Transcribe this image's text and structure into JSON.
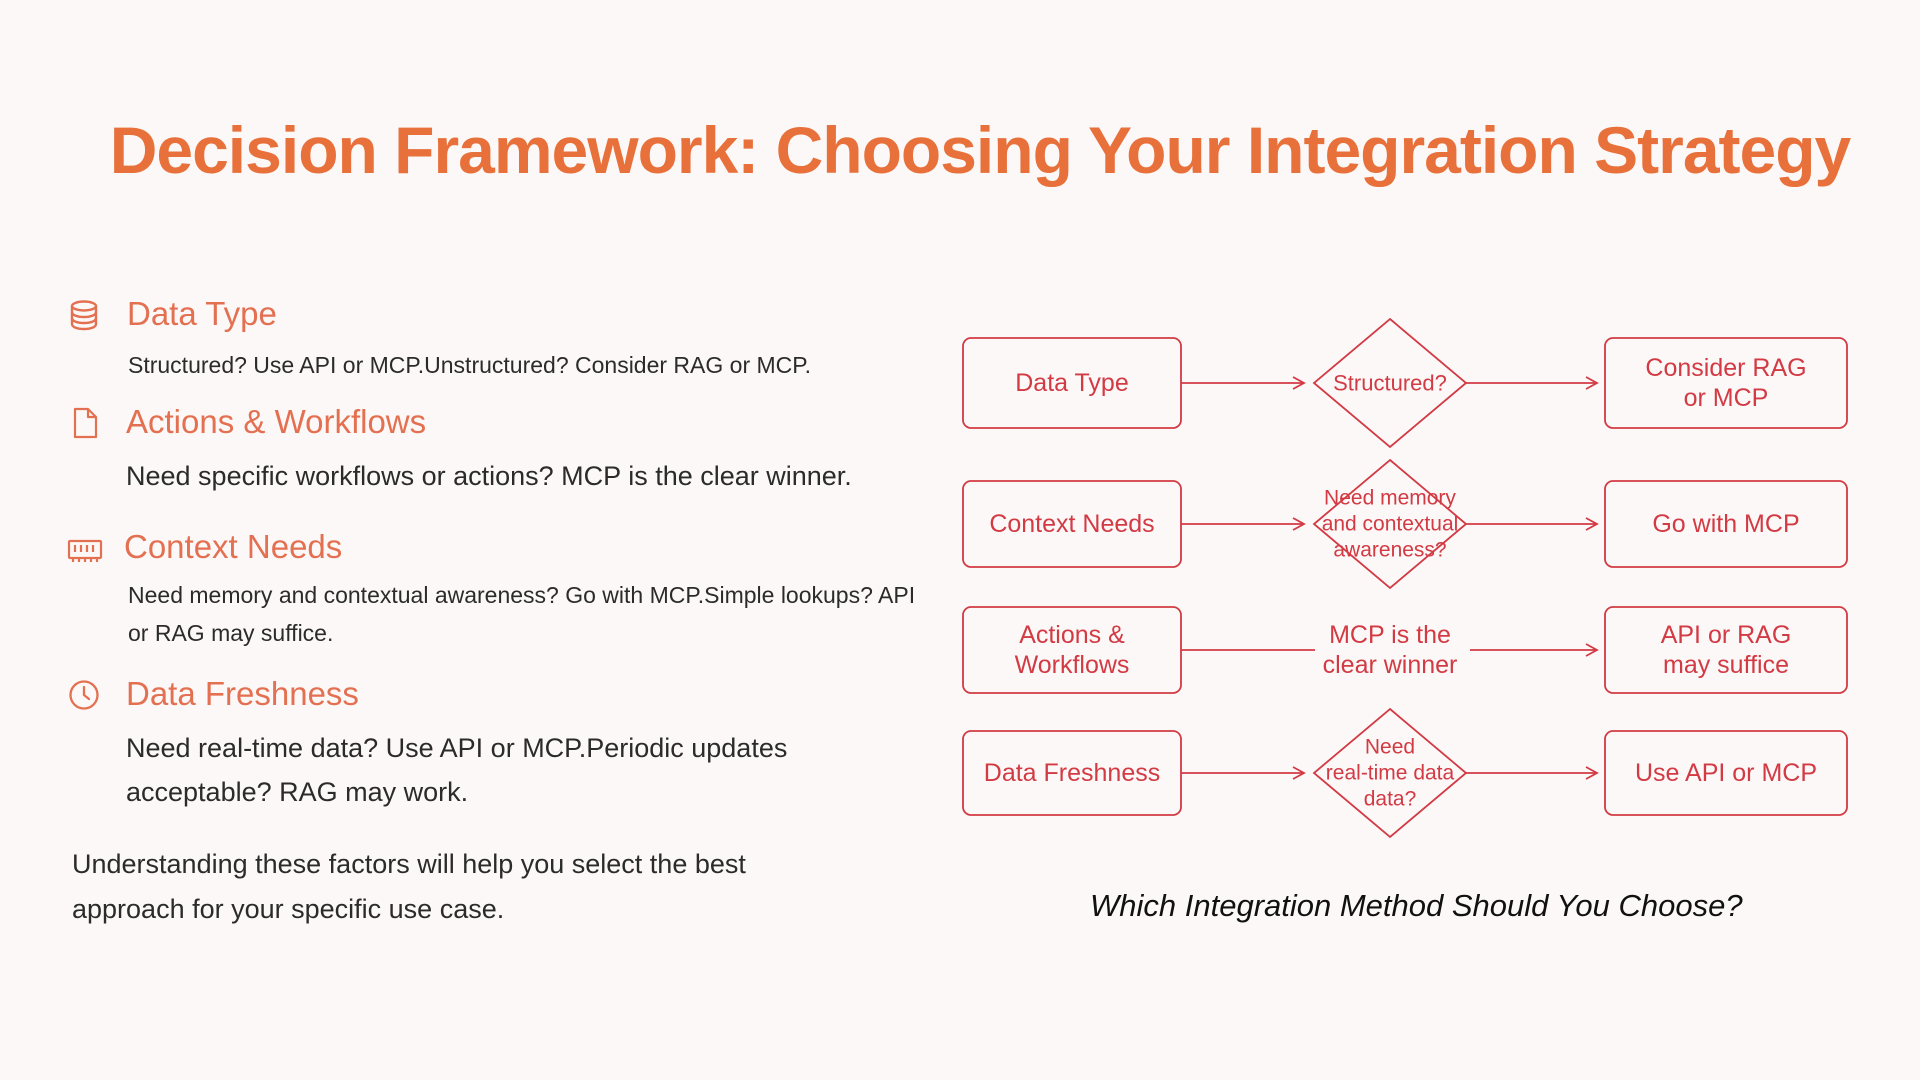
{
  "title": "Decision Framework: Choosing Your Integration Strategy",
  "factors": [
    {
      "icon": "database-icon",
      "heading": "Data Type",
      "description": "Structured? Use API or MCP.Unstructured? Consider RAG or MCP."
    },
    {
      "icon": "document-icon",
      "heading": "Actions & Workflows",
      "description": "Need specific workflows or actions? MCP is the clear winner."
    },
    {
      "icon": "memory-chip-icon",
      "heading": "Context Needs",
      "description": "Need memory and contextual awareness? Go with MCP.Simple lookups? API or RAG may suffice."
    },
    {
      "icon": "clock-icon",
      "heading": "Data Freshness",
      "description": "Need real-time data? Use API or MCP.Periodic updates acceptable? RAG may work."
    }
  ],
  "summary": "Understanding these factors will help you select the best approach for your specific use case.",
  "flowchart": {
    "rows": [
      {
        "input": [
          "Data Type"
        ],
        "decision": [
          "Structured?"
        ],
        "decision_shape": "diamond",
        "outcome": [
          "Consider RAG",
          "or MCP"
        ]
      },
      {
        "input": [
          "Context Needs"
        ],
        "decision": [
          "Need memory",
          "and contextual",
          "awareness?"
        ],
        "decision_shape": "diamond",
        "outcome": [
          "Go with MCP"
        ]
      },
      {
        "input": [
          "Actions &",
          "Workflows"
        ],
        "decision": [
          "MCP is the",
          "clear winner"
        ],
        "decision_shape": "label",
        "outcome": [
          "API or RAG",
          "may suffice"
        ]
      },
      {
        "input": [
          "Data Freshness"
        ],
        "decision": [
          "Need",
          "real-time data",
          "data?"
        ],
        "decision_shape": "diamond",
        "outcome": [
          "Use API or MCP"
        ]
      }
    ],
    "line_color": "#d23a44",
    "caption": "Which Integration Method Should You Choose?"
  },
  "colors": {
    "title": "#e8703a",
    "heading": "#e47052",
    "icon": "#e47052",
    "flow": "#d23a44",
    "background": "#fcf8f7"
  }
}
